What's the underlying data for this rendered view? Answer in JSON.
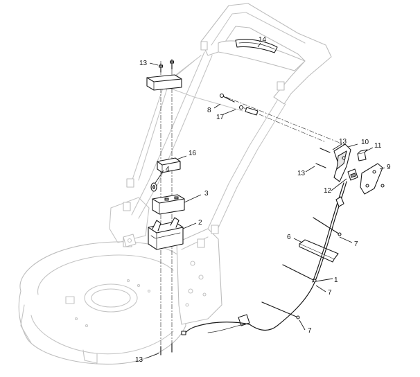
{
  "callouts": [
    {
      "id": "13a",
      "label": "13"
    },
    {
      "id": "14",
      "label": "14"
    },
    {
      "id": "8",
      "label": "8"
    },
    {
      "id": "17",
      "label": "17"
    },
    {
      "id": "16",
      "label": "16"
    },
    {
      "id": "4",
      "label": "4"
    },
    {
      "id": "3",
      "label": "3"
    },
    {
      "id": "2",
      "label": "2"
    },
    {
      "id": "13b",
      "label": "13"
    },
    {
      "id": "10",
      "label": "10"
    },
    {
      "id": "11",
      "label": "11"
    },
    {
      "id": "13c",
      "label": "13"
    },
    {
      "id": "9",
      "label": "9"
    },
    {
      "id": "12",
      "label": "12"
    },
    {
      "id": "6",
      "label": "6"
    },
    {
      "id": "7a",
      "label": "7"
    },
    {
      "id": "1",
      "label": "1"
    },
    {
      "id": "7b",
      "label": "7"
    },
    {
      "id": "7c",
      "label": "7"
    },
    {
      "id": "13d",
      "label": "13"
    }
  ]
}
